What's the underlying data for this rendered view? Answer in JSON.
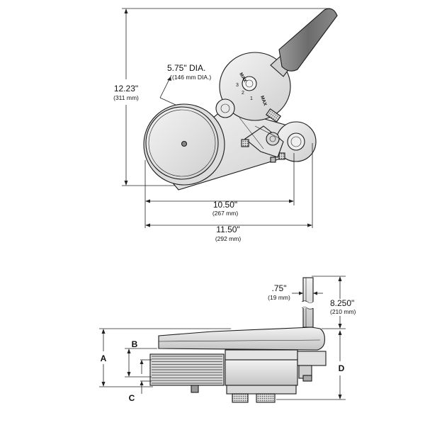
{
  "top_view": {
    "height": {
      "value": "12.23\"",
      "metric": "(311 mm)"
    },
    "diameter": {
      "value": "5.75\" DIA.",
      "metric": "(146 mm DIA.)"
    },
    "width_inner": {
      "value": "10.50\"",
      "metric": "(267 mm)"
    },
    "width_outer": {
      "value": "11.50\"",
      "metric": "(292 mm)"
    },
    "dial": {
      "max_top": "MAX",
      "max_bottom": "MAX",
      "n3": "3",
      "n2": "2",
      "n1": "1"
    }
  },
  "side_view": {
    "shaft": {
      "value": ".75\"",
      "metric": "(19 mm)"
    },
    "height": {
      "value": "8.250\"",
      "metric": "(210 mm)"
    },
    "letters": {
      "a": "A",
      "b": "B",
      "c": "C",
      "d": "D"
    }
  },
  "colors": {
    "line": "#1a1a1a",
    "body_fill": "#e6e6e6",
    "shade": "#bdbdbd",
    "handle": "#7a7a7a"
  }
}
